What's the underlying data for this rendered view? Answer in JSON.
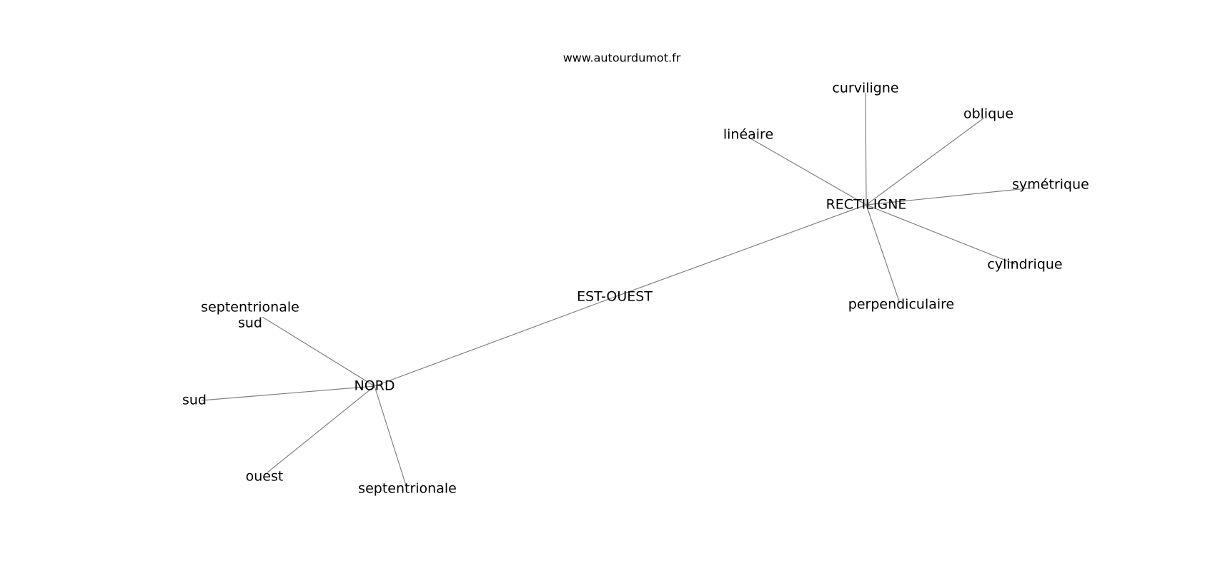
{
  "watermark": "www.autourdumot.fr",
  "colors": {
    "edge": "#808080",
    "text": "#000000",
    "background": "#ffffff"
  },
  "nodes": {
    "est_ouest": "EST-OUEST",
    "nord": "NORD",
    "rectiligne": "RECTILIGNE",
    "septentrionale_sud_line1": "septentrionale",
    "septentrionale_sud_line2": "sud",
    "sud": "sud",
    "ouest": "ouest",
    "septentrionale": "septentrionale",
    "lineaire": "linéaire",
    "curviligne": "curviligne",
    "oblique": "oblique",
    "symetrique": "symétrique",
    "cylindrique": "cylindrique",
    "perpendiculaire": "perpendiculaire"
  },
  "edges": [
    [
      "nord",
      "est_ouest"
    ],
    [
      "est_ouest",
      "rectiligne"
    ],
    [
      "nord",
      "septentrionale_sud"
    ],
    [
      "nord",
      "sud"
    ],
    [
      "nord",
      "ouest"
    ],
    [
      "nord",
      "septentrionale"
    ],
    [
      "rectiligne",
      "lineaire"
    ],
    [
      "rectiligne",
      "curviligne"
    ],
    [
      "rectiligne",
      "oblique"
    ],
    [
      "rectiligne",
      "symetrique"
    ],
    [
      "rectiligne",
      "cylindrique"
    ],
    [
      "rectiligne",
      "perpendiculaire"
    ]
  ]
}
